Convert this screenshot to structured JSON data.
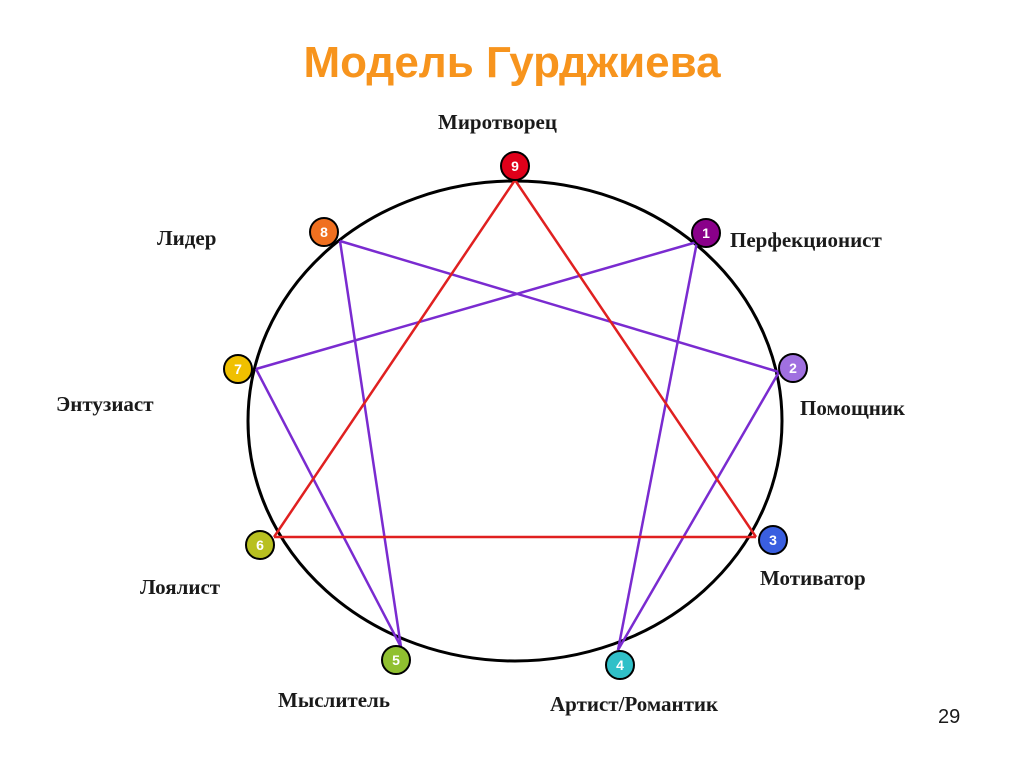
{
  "title": "Модель Гурджиева",
  "page_number": "29",
  "colors": {
    "title": "#f7941d",
    "triangle_lines": "#e02020",
    "hexad_lines": "#7a2bd0",
    "circle": "#000000"
  },
  "points": [
    {
      "number": "9",
      "label": "Миротворец",
      "color": "#e0001a"
    },
    {
      "number": "1",
      "label": "Перфекционист",
      "color": "#8a008a"
    },
    {
      "number": "2",
      "label": "Помощник",
      "color": "#a070e0"
    },
    {
      "number": "3",
      "label": "Мотиватор",
      "color": "#3a5fe0"
    },
    {
      "number": "4",
      "label": "Артист/Романтик",
      "color": "#30c0c8"
    },
    {
      "number": "5",
      "label": "Мыслитель",
      "color": "#90c030"
    },
    {
      "number": "6",
      "label": "Лоялист",
      "color": "#b8c020"
    },
    {
      "number": "7",
      "label": "Энтузиаст",
      "color": "#f0c000"
    },
    {
      "number": "8",
      "label": "Лидер",
      "color": "#f07020"
    }
  ],
  "triangle_connections": [
    [
      "9",
      "3"
    ],
    [
      "3",
      "6"
    ],
    [
      "6",
      "9"
    ]
  ],
  "hexad_connections": [
    [
      "1",
      "4"
    ],
    [
      "4",
      "2"
    ],
    [
      "2",
      "8"
    ],
    [
      "8",
      "5"
    ],
    [
      "5",
      "7"
    ],
    [
      "7",
      "1"
    ]
  ]
}
